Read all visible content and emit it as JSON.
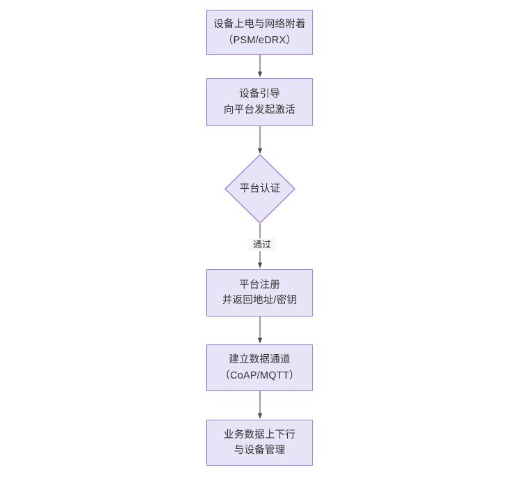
{
  "diagram": {
    "type": "flowchart",
    "direction": "top-to-bottom",
    "title": "",
    "background_color": "#ffffff",
    "node_fill_color": "#e8e4f8",
    "node_border_color": "#9f7be0",
    "text_color": "#333333",
    "connector_color": "#4d4d4d",
    "nodes": [
      {
        "id": "n1",
        "shape": "rectangle",
        "line1": "设备上电与网络附着",
        "line2": "（PSM/eDRX）"
      },
      {
        "id": "n2",
        "shape": "rectangle",
        "line1": "设备引导",
        "line2": "向平台发起激活"
      },
      {
        "id": "n3",
        "shape": "diamond",
        "line1": "平台认证",
        "line2": ""
      },
      {
        "id": "n4",
        "shape": "rectangle",
        "line1": "平台注册",
        "line2": "并返回地址/密钥"
      },
      {
        "id": "n5",
        "shape": "rectangle",
        "line1": "建立数据通道",
        "line2": "（CoAP/MQTT）"
      },
      {
        "id": "n6",
        "shape": "rectangle",
        "line1": "业务数据上下行",
        "line2": "与设备管理"
      }
    ],
    "edges": [
      {
        "id": "e1",
        "from": "n1",
        "to": "n2",
        "label": ""
      },
      {
        "id": "e2",
        "from": "n2",
        "to": "n3",
        "label": ""
      },
      {
        "id": "e3",
        "from": "n3",
        "to": "n4",
        "label": "通过"
      },
      {
        "id": "e4",
        "from": "n4",
        "to": "n5",
        "label": ""
      },
      {
        "id": "e5",
        "from": "n5",
        "to": "n6",
        "label": ""
      }
    ]
  }
}
